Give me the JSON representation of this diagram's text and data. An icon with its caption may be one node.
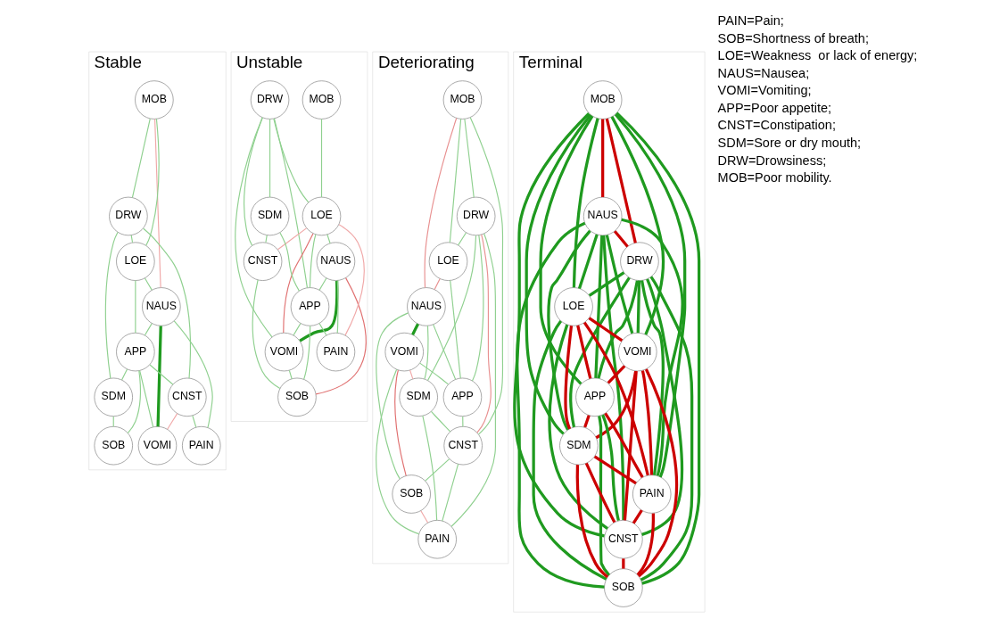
{
  "diagram": {
    "nodes": [
      {
        "text": [
          "Stable"
        ]
      },
      {
        "text": [
          "MOB"
        ],
        "in": 0
      },
      {
        "text": [
          "NAUS"
        ],
        "in": 0
      },
      {
        "text": [
          "DRW"
        ],
        "in": 0
      },
      {
        "text": [
          "LOE"
        ],
        "in": 0
      },
      {
        "text": [
          "VOMI"
        ],
        "in": 0
      },
      {
        "text": [
          "APP"
        ],
        "in": 0
      },
      {
        "text": [
          "SDM"
        ],
        "in": 0
      },
      {
        "text": [
          "PAIN"
        ],
        "in": 0
      },
      {
        "text": [
          "CNST"
        ],
        "in": 0
      },
      {
        "text": [
          "SOB"
        ],
        "in": 0
      },
      {
        "text": [
          "Unstable"
        ]
      },
      {
        "text": [
          "MOB"
        ],
        "in": 11
      },
      {
        "text": [
          "NAUS"
        ],
        "in": 11
      },
      {
        "text": [
          "DRW"
        ],
        "in": 11
      },
      {
        "text": [
          "LOE"
        ],
        "in": 11
      },
      {
        "text": [
          "VOMI"
        ],
        "in": 11
      },
      {
        "text": [
          "APP"
        ],
        "in": 11
      },
      {
        "text": [
          "SDM"
        ],
        "in": 11
      },
      {
        "text": [
          "PAIN"
        ],
        "in": 11
      },
      {
        "text": [
          "CNST"
        ],
        "in": 11
      },
      {
        "text": [
          "SOB"
        ],
        "in": 11
      },
      {
        "text": [
          "Deteriorating"
        ]
      },
      {
        "text": [
          "MOB"
        ],
        "in": 22
      },
      {
        "text": [
          "NAUS"
        ],
        "in": 22
      },
      {
        "text": [
          "DRW"
        ],
        "in": 22
      },
      {
        "text": [
          "LOE"
        ],
        "in": 22
      },
      {
        "text": [
          "VOMI"
        ],
        "in": 22
      },
      {
        "text": [
          "APP"
        ],
        "in": 22
      },
      {
        "text": [
          "SDM"
        ],
        "in": 22
      },
      {
        "text": [
          "PAIN"
        ],
        "in": 22
      },
      {
        "text": [
          "CNST"
        ],
        "in": 22
      },
      {
        "text": [
          "SOB"
        ],
        "in": 22
      },
      {
        "text": [
          "Terminal"
        ]
      },
      {
        "text": [
          "MOB"
        ],
        "in": 33
      },
      {
        "text": [
          "NAUS"
        ],
        "in": 33
      },
      {
        "text": [
          "DRW"
        ],
        "in": 33
      },
      {
        "text": [
          "LOE"
        ],
        "in": 33
      },
      {
        "text": [
          "VOMI"
        ],
        "in": 33
      },
      {
        "text": [
          "APP"
        ],
        "in": 33
      },
      {
        "text": [
          "SDM"
        ],
        "in": 33
      },
      {
        "text": [
          "PAIN"
        ],
        "in": 33
      },
      {
        "text": [
          "CNST"
        ],
        "in": 33
      },
      {
        "text": [
          "SOB"
        ],
        "in": 33
      }
    ],
    "edges": [
      {
        "from": 1,
        "to": 4,
        "arrow": "none"
      },
      {
        "from": 1,
        "to": 3,
        "arrow": "none"
      },
      {
        "from": 1,
        "to": 2,
        "arrow": "none",
        "color": "#f0a8a8"
      },
      {
        "from": 3,
        "to": 4,
        "arrow": "none"
      },
      {
        "from": 3,
        "to": 7,
        "arrow": "none"
      },
      {
        "from": 3,
        "to": 9,
        "arrow": "none"
      },
      {
        "from": 4,
        "to": 6,
        "arrow": "none"
      },
      {
        "from": 4,
        "to": 2,
        "arrow": "none"
      },
      {
        "from": 2,
        "to": 5,
        "arrow": "none",
        "style": "thick",
        "color": "#1f9a1f"
      },
      {
        "from": 2,
        "to": 6,
        "arrow": "none"
      },
      {
        "from": 2,
        "to": 8,
        "arrow": "none"
      },
      {
        "from": 6,
        "to": 7,
        "arrow": "none"
      },
      {
        "from": 6,
        "to": 9,
        "arrow": "none"
      },
      {
        "from": 6,
        "to": 10,
        "arrow": "none"
      },
      {
        "from": 6,
        "to": 5,
        "arrow": "none"
      },
      {
        "from": 7,
        "to": 10,
        "arrow": "none"
      },
      {
        "from": 9,
        "to": 8,
        "arrow": "none"
      },
      {
        "from": 9,
        "to": 5,
        "arrow": "none",
        "color": "#f0a8a8"
      },
      {
        "from": 12,
        "to": 15,
        "arrow": "none"
      },
      {
        "from": 14,
        "to": 15,
        "arrow": "none"
      },
      {
        "from": 15,
        "to": 13,
        "arrow": "none"
      },
      {
        "from": 13,
        "to": 16,
        "arrow": "none",
        "style": "thick",
        "color": "#1f9a1f"
      },
      {
        "from": 15,
        "to": 16,
        "arrow": "none",
        "color": "#e07070"
      },
      {
        "from": 15,
        "to": 17,
        "arrow": "none"
      },
      {
        "from": 14,
        "to": 18,
        "arrow": "none"
      },
      {
        "from": 14,
        "to": 17,
        "arrow": "none"
      },
      {
        "from": 14,
        "to": 20,
        "arrow": "none"
      },
      {
        "from": 18,
        "to": 17,
        "arrow": "none"
      },
      {
        "from": 18,
        "to": 20,
        "arrow": "none"
      },
      {
        "from": 13,
        "to": 17,
        "arrow": "none"
      },
      {
        "from": 13,
        "to": 21,
        "arrow": "none",
        "color": "#e07070"
      },
      {
        "from": 13,
        "to": 19,
        "arrow": "none"
      },
      {
        "from": 17,
        "to": 21,
        "arrow": "none"
      },
      {
        "from": 17,
        "to": 16,
        "arrow": "none"
      },
      {
        "from": 17,
        "to": 19,
        "arrow": "none"
      },
      {
        "from": 20,
        "to": 21,
        "arrow": "none"
      },
      {
        "from": 16,
        "to": 21,
        "arrow": "none"
      },
      {
        "from": 15,
        "to": 20,
        "arrow": "none",
        "color": "#f0a8a8"
      },
      {
        "from": 15,
        "to": 19,
        "arrow": "none",
        "color": "#f0a8a8"
      },
      {
        "from": 14,
        "to": 16,
        "arrow": "none"
      },
      {
        "from": 23,
        "to": 26,
        "arrow": "none"
      },
      {
        "from": 23,
        "to": 24,
        "arrow": "none",
        "color": "#e89090"
      },
      {
        "from": 23,
        "to": 25,
        "arrow": "none"
      },
      {
        "from": 23,
        "to": 31,
        "arrow": "none"
      },
      {
        "from": 25,
        "to": 26,
        "arrow": "none"
      },
      {
        "from": 26,
        "to": 24,
        "arrow": "none",
        "color": "#e89090"
      },
      {
        "from": 24,
        "to": 27,
        "arrow": "none",
        "style": "thick",
        "color": "#1f9a1f"
      },
      {
        "from": 24,
        "to": 32,
        "arrow": "none"
      },
      {
        "from": 24,
        "to": 28,
        "arrow": "none"
      },
      {
        "from": 24,
        "to": 29,
        "arrow": "none"
      },
      {
        "from": 25,
        "to": 29,
        "arrow": "none"
      },
      {
        "from": 25,
        "to": 31,
        "arrow": "none",
        "color": "#e89090"
      },
      {
        "from": 25,
        "to": 28,
        "arrow": "none"
      },
      {
        "from": 25,
        "to": 30,
        "arrow": "none"
      },
      {
        "from": 26,
        "to": 28,
        "arrow": "none"
      },
      {
        "from": 27,
        "to": 32,
        "arrow": "none",
        "color": "#e07070"
      },
      {
        "from": 27,
        "to": 30,
        "arrow": "none"
      },
      {
        "from": 27,
        "to": 28,
        "arrow": "none"
      },
      {
        "from": 27,
        "to": 29,
        "arrow": "none",
        "color": "#f0a8a8"
      },
      {
        "from": 29,
        "to": 30,
        "arrow": "none"
      },
      {
        "from": 29,
        "to": 31,
        "arrow": "none"
      },
      {
        "from": 28,
        "to": 31,
        "arrow": "none"
      },
      {
        "from": 31,
        "to": 30,
        "arrow": "none"
      },
      {
        "from": 31,
        "to": 32,
        "arrow": "none"
      },
      {
        "from": 32,
        "to": 30,
        "arrow": "none",
        "color": "#f0a8a8"
      },
      {
        "from": 34,
        "to": 35,
        "arrow": "none",
        "style": "thick",
        "color": "#cc0000"
      },
      {
        "from": 34,
        "to": 36,
        "arrow": "none",
        "style": "thick",
        "color": "#cc0000"
      },
      {
        "from": 34,
        "to": 37,
        "arrow": "none",
        "style": "thick",
        "color": "#1f9a1f"
      },
      {
        "from": 34,
        "to": 38,
        "arrow": "none",
        "style": "thick",
        "color": "#1f9a1f"
      },
      {
        "from": 34,
        "to": 39,
        "arrow": "none",
        "style": "thick",
        "color": "#1f9a1f"
      },
      {
        "from": 34,
        "to": 40,
        "arrow": "none",
        "style": "thick",
        "color": "#1f9a1f"
      },
      {
        "from": 34,
        "to": 41,
        "arrow": "none",
        "style": "thick",
        "color": "#1f9a1f"
      },
      {
        "from": 34,
        "to": 42,
        "arrow": "none",
        "style": "thick",
        "color": "#1f9a1f"
      },
      {
        "from": 34,
        "to": 43,
        "arrow": "none",
        "style": "thick",
        "color": "#1f9a1f"
      },
      {
        "from": 35,
        "to": 36,
        "arrow": "none",
        "style": "thick",
        "color": "#cc0000"
      },
      {
        "from": 35,
        "to": 37,
        "arrow": "none",
        "style": "thick",
        "color": "#1f9a1f"
      },
      {
        "from": 35,
        "to": 38,
        "arrow": "none",
        "style": "thick",
        "color": "#1f9a1f"
      },
      {
        "from": 35,
        "to": 39,
        "arrow": "none",
        "style": "thick",
        "color": "#1f9a1f"
      },
      {
        "from": 35,
        "to": 40,
        "arrow": "none",
        "style": "thick",
        "color": "#1f9a1f"
      },
      {
        "from": 35,
        "to": 41,
        "arrow": "none",
        "style": "thick",
        "color": "#1f9a1f"
      },
      {
        "from": 35,
        "to": 42,
        "arrow": "none",
        "style": "thick",
        "color": "#1f9a1f"
      },
      {
        "from": 35,
        "to": 43,
        "arrow": "none",
        "style": "thick",
        "color": "#1f9a1f"
      },
      {
        "from": 36,
        "to": 37,
        "arrow": "none",
        "style": "thick",
        "color": "#1f9a1f"
      },
      {
        "from": 36,
        "to": 38,
        "arrow": "none",
        "style": "thick",
        "color": "#1f9a1f"
      },
      {
        "from": 36,
        "to": 39,
        "arrow": "none",
        "style": "thick",
        "color": "#1f9a1f"
      },
      {
        "from": 36,
        "to": 40,
        "arrow": "none",
        "style": "thick",
        "color": "#1f9a1f"
      },
      {
        "from": 36,
        "to": 41,
        "arrow": "none",
        "style": "thick",
        "color": "#1f9a1f"
      },
      {
        "from": 36,
        "to": 42,
        "arrow": "none",
        "style": "thick",
        "color": "#1f9a1f"
      },
      {
        "from": 36,
        "to": 43,
        "arrow": "none",
        "style": "thick",
        "color": "#1f9a1f"
      },
      {
        "from": 37,
        "to": 38,
        "arrow": "none",
        "style": "thick",
        "color": "#cc0000"
      },
      {
        "from": 37,
        "to": 39,
        "arrow": "none",
        "style": "thick",
        "color": "#cc0000"
      },
      {
        "from": 37,
        "to": 40,
        "arrow": "none",
        "style": "thick",
        "color": "#cc0000"
      },
      {
        "from": 37,
        "to": 41,
        "arrow": "none",
        "style": "thick",
        "color": "#cc0000"
      },
      {
        "from": 37,
        "to": 42,
        "arrow": "none",
        "style": "thick",
        "color": "#1f9a1f"
      },
      {
        "from": 37,
        "to": 43,
        "arrow": "none",
        "style": "thick",
        "color": "#1f9a1f"
      },
      {
        "from": 38,
        "to": 39,
        "arrow": "none",
        "style": "thick",
        "color": "#cc0000"
      },
      {
        "from": 38,
        "to": 40,
        "arrow": "none",
        "style": "thick",
        "color": "#cc0000"
      },
      {
        "from": 38,
        "to": 41,
        "arrow": "none",
        "style": "thick",
        "color": "#cc0000"
      },
      {
        "from": 38,
        "to": 42,
        "arrow": "none",
        "style": "thick",
        "color": "#cc0000"
      },
      {
        "from": 38,
        "to": 43,
        "arrow": "none",
        "style": "thick",
        "color": "#cc0000"
      },
      {
        "from": 39,
        "to": 40,
        "arrow": "none",
        "style": "thick",
        "color": "#cc0000"
      },
      {
        "from": 39,
        "to": 41,
        "arrow": "none",
        "style": "thick",
        "color": "#cc0000"
      },
      {
        "from": 39,
        "to": 42,
        "arrow": "none",
        "style": "thick",
        "color": "#1f9a1f"
      },
      {
        "from": 39,
        "to": 43,
        "arrow": "none",
        "style": "thick",
        "color": "#1f9a1f"
      },
      {
        "from": 40,
        "to": 41,
        "arrow": "none",
        "style": "thick",
        "color": "#cc0000"
      },
      {
        "from": 40,
        "to": 42,
        "arrow": "none",
        "style": "thick",
        "color": "#cc0000"
      },
      {
        "from": 40,
        "to": 43,
        "arrow": "none",
        "style": "thick",
        "color": "#cc0000"
      },
      {
        "from": 41,
        "to": 42,
        "arrow": "none",
        "style": "thick",
        "color": "#cc0000"
      },
      {
        "from": 41,
        "to": 43,
        "arrow": "none",
        "style": "thick",
        "color": "#cc0000"
      },
      {
        "from": 42,
        "to": 43,
        "arrow": "none",
        "style": "thick",
        "color": "#cc0000"
      }
    ],
    "labels": [
      "PAIN=Pain;",
      "SOB=Shortness of breath;",
      "LOE=Weakness  or lack of energy;",
      "NAUS=Nausea;",
      "VOMI=Vomiting;",
      "APP=Poor appetite;",
      "CNST=Constipation;",
      "SDM=Sore or dry mouth;",
      "DRW=Drowsiness;",
      "MOB=Poor mobility."
    ]
  }
}
